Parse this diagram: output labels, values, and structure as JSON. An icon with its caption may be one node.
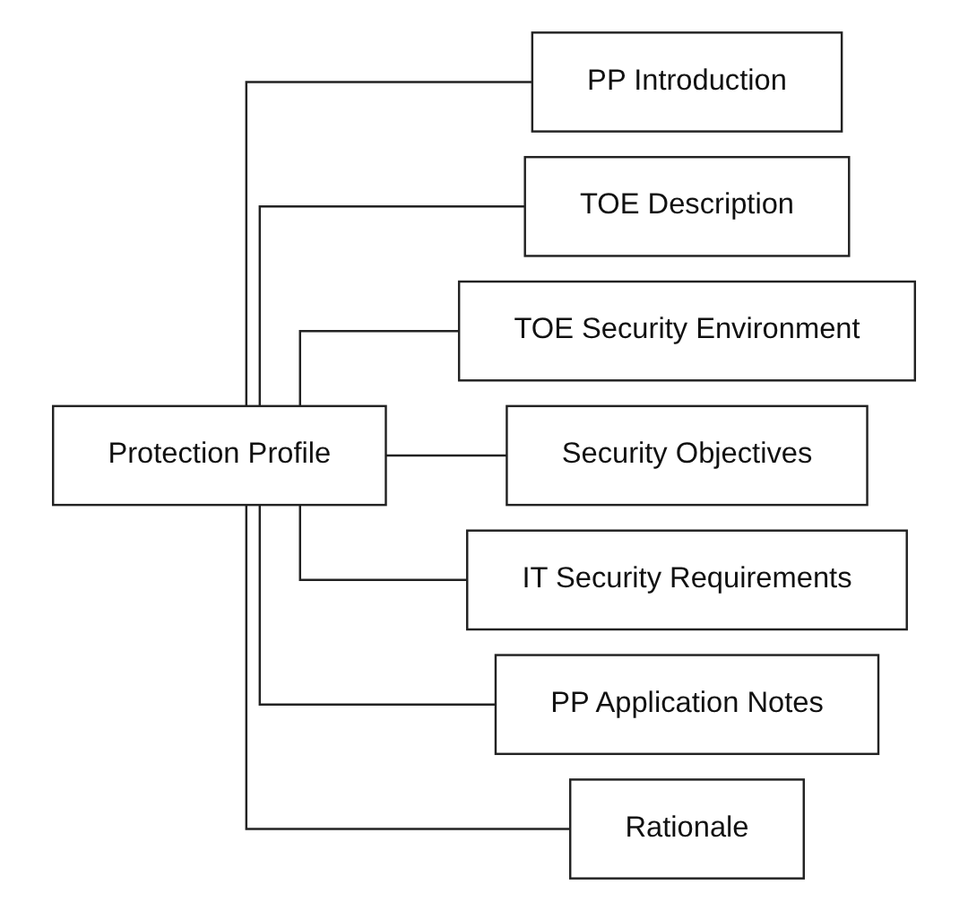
{
  "diagram": {
    "nodes": [
      {
        "text": [
          "Protection Profile"
        ]
      },
      {
        "text": [
          "PP Introduction"
        ]
      },
      {
        "text": [
          "TOE Description"
        ]
      },
      {
        "text": [
          "TOE Security Environment"
        ]
      },
      {
        "text": [
          "Security Objectives"
        ]
      },
      {
        "text": [
          "IT Security Requirements"
        ]
      },
      {
        "text": [
          "PP Application Notes"
        ]
      },
      {
        "text": [
          "Rationale"
        ]
      }
    ],
    "edges": [
      {
        "from": 0,
        "to": 1,
        "arrow": "none"
      },
      {
        "from": 0,
        "to": 2,
        "arrow": "none"
      },
      {
        "from": 0,
        "to": 3,
        "arrow": "none"
      },
      {
        "from": 0,
        "to": 4,
        "arrow": "none"
      },
      {
        "from": 0,
        "to": 5,
        "arrow": "none"
      },
      {
        "from": 0,
        "to": 6,
        "arrow": "none"
      },
      {
        "from": 0,
        "to": 7,
        "arrow": "none"
      }
    ]
  }
}
